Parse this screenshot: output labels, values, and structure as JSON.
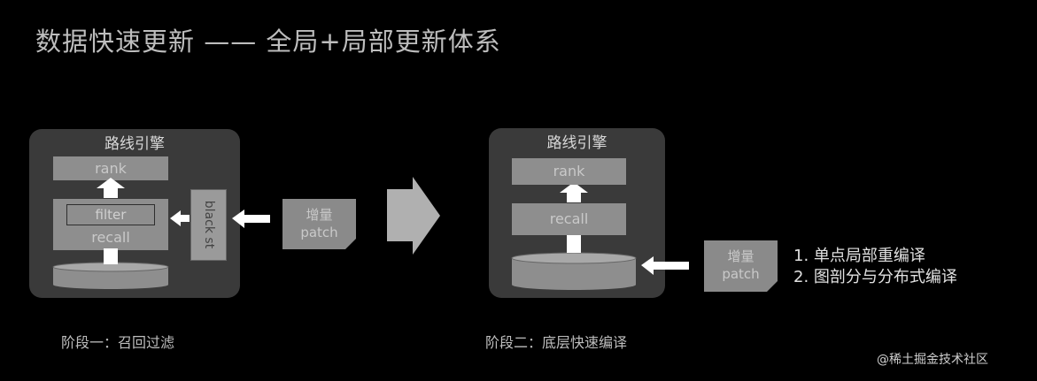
{
  "title": "数据快速更新 —— 全局+局部更新体系",
  "stage1": {
    "panel_title": "路线引擎",
    "rank": "rank",
    "filter": "filter",
    "recall": "recall",
    "blacklist": "black st",
    "patch_line1": "增量",
    "patch_line2": "patch",
    "caption": "阶段一：召回过滤"
  },
  "stage2": {
    "panel_title": "路线引擎",
    "rank": "rank",
    "recall": "recall",
    "patch_line1": "增量",
    "patch_line2": "patch",
    "caption": "阶段二：底层快速编译",
    "list": [
      "1. 单点局部重编译",
      "2. 图剖分与分布式编译"
    ]
  },
  "watermark": "@稀土掘金技术社区",
  "colors": {
    "background": "#000000",
    "panel": "#3a3a3a",
    "box": "#8e8e8e",
    "arrow": "#ffffff",
    "big_arrow": "#b0b0b0"
  }
}
